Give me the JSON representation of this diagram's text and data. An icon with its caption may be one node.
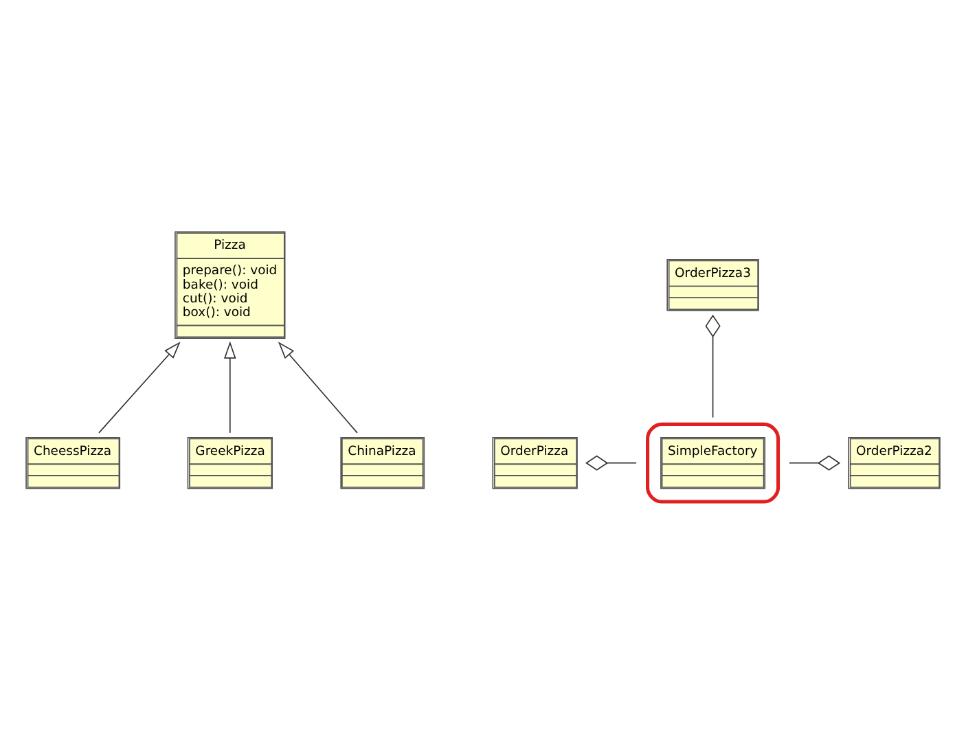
{
  "diagram": {
    "nodes": [
      {
        "text": [
          "Pizza",
          "prepare(): void",
          "bake(): void",
          "cut(): void",
          "box(): void"
        ]
      },
      {
        "text": [
          "CheessPizza"
        ]
      },
      {
        "text": [
          "GreekPizza"
        ]
      },
      {
        "text": [
          "ChinaPizza"
        ]
      },
      {
        "text": [
          "OrderPizza"
        ]
      },
      {
        "text": [
          "SimpleFactory"
        ]
      },
      {
        "text": [
          "OrderPizza2"
        ]
      },
      {
        "text": [
          "OrderPizza3"
        ]
      }
    ],
    "edges": [
      {
        "from": 1,
        "to": 0,
        "arrow": "to"
      },
      {
        "from": 2,
        "to": 0,
        "arrow": "to"
      },
      {
        "from": 3,
        "to": 0,
        "arrow": "to"
      },
      {
        "from": 5,
        "to": 4,
        "arrow": "other"
      },
      {
        "from": 5,
        "to": 6,
        "arrow": "other"
      },
      {
        "from": 5,
        "to": 7,
        "arrow": "other"
      }
    ]
  }
}
